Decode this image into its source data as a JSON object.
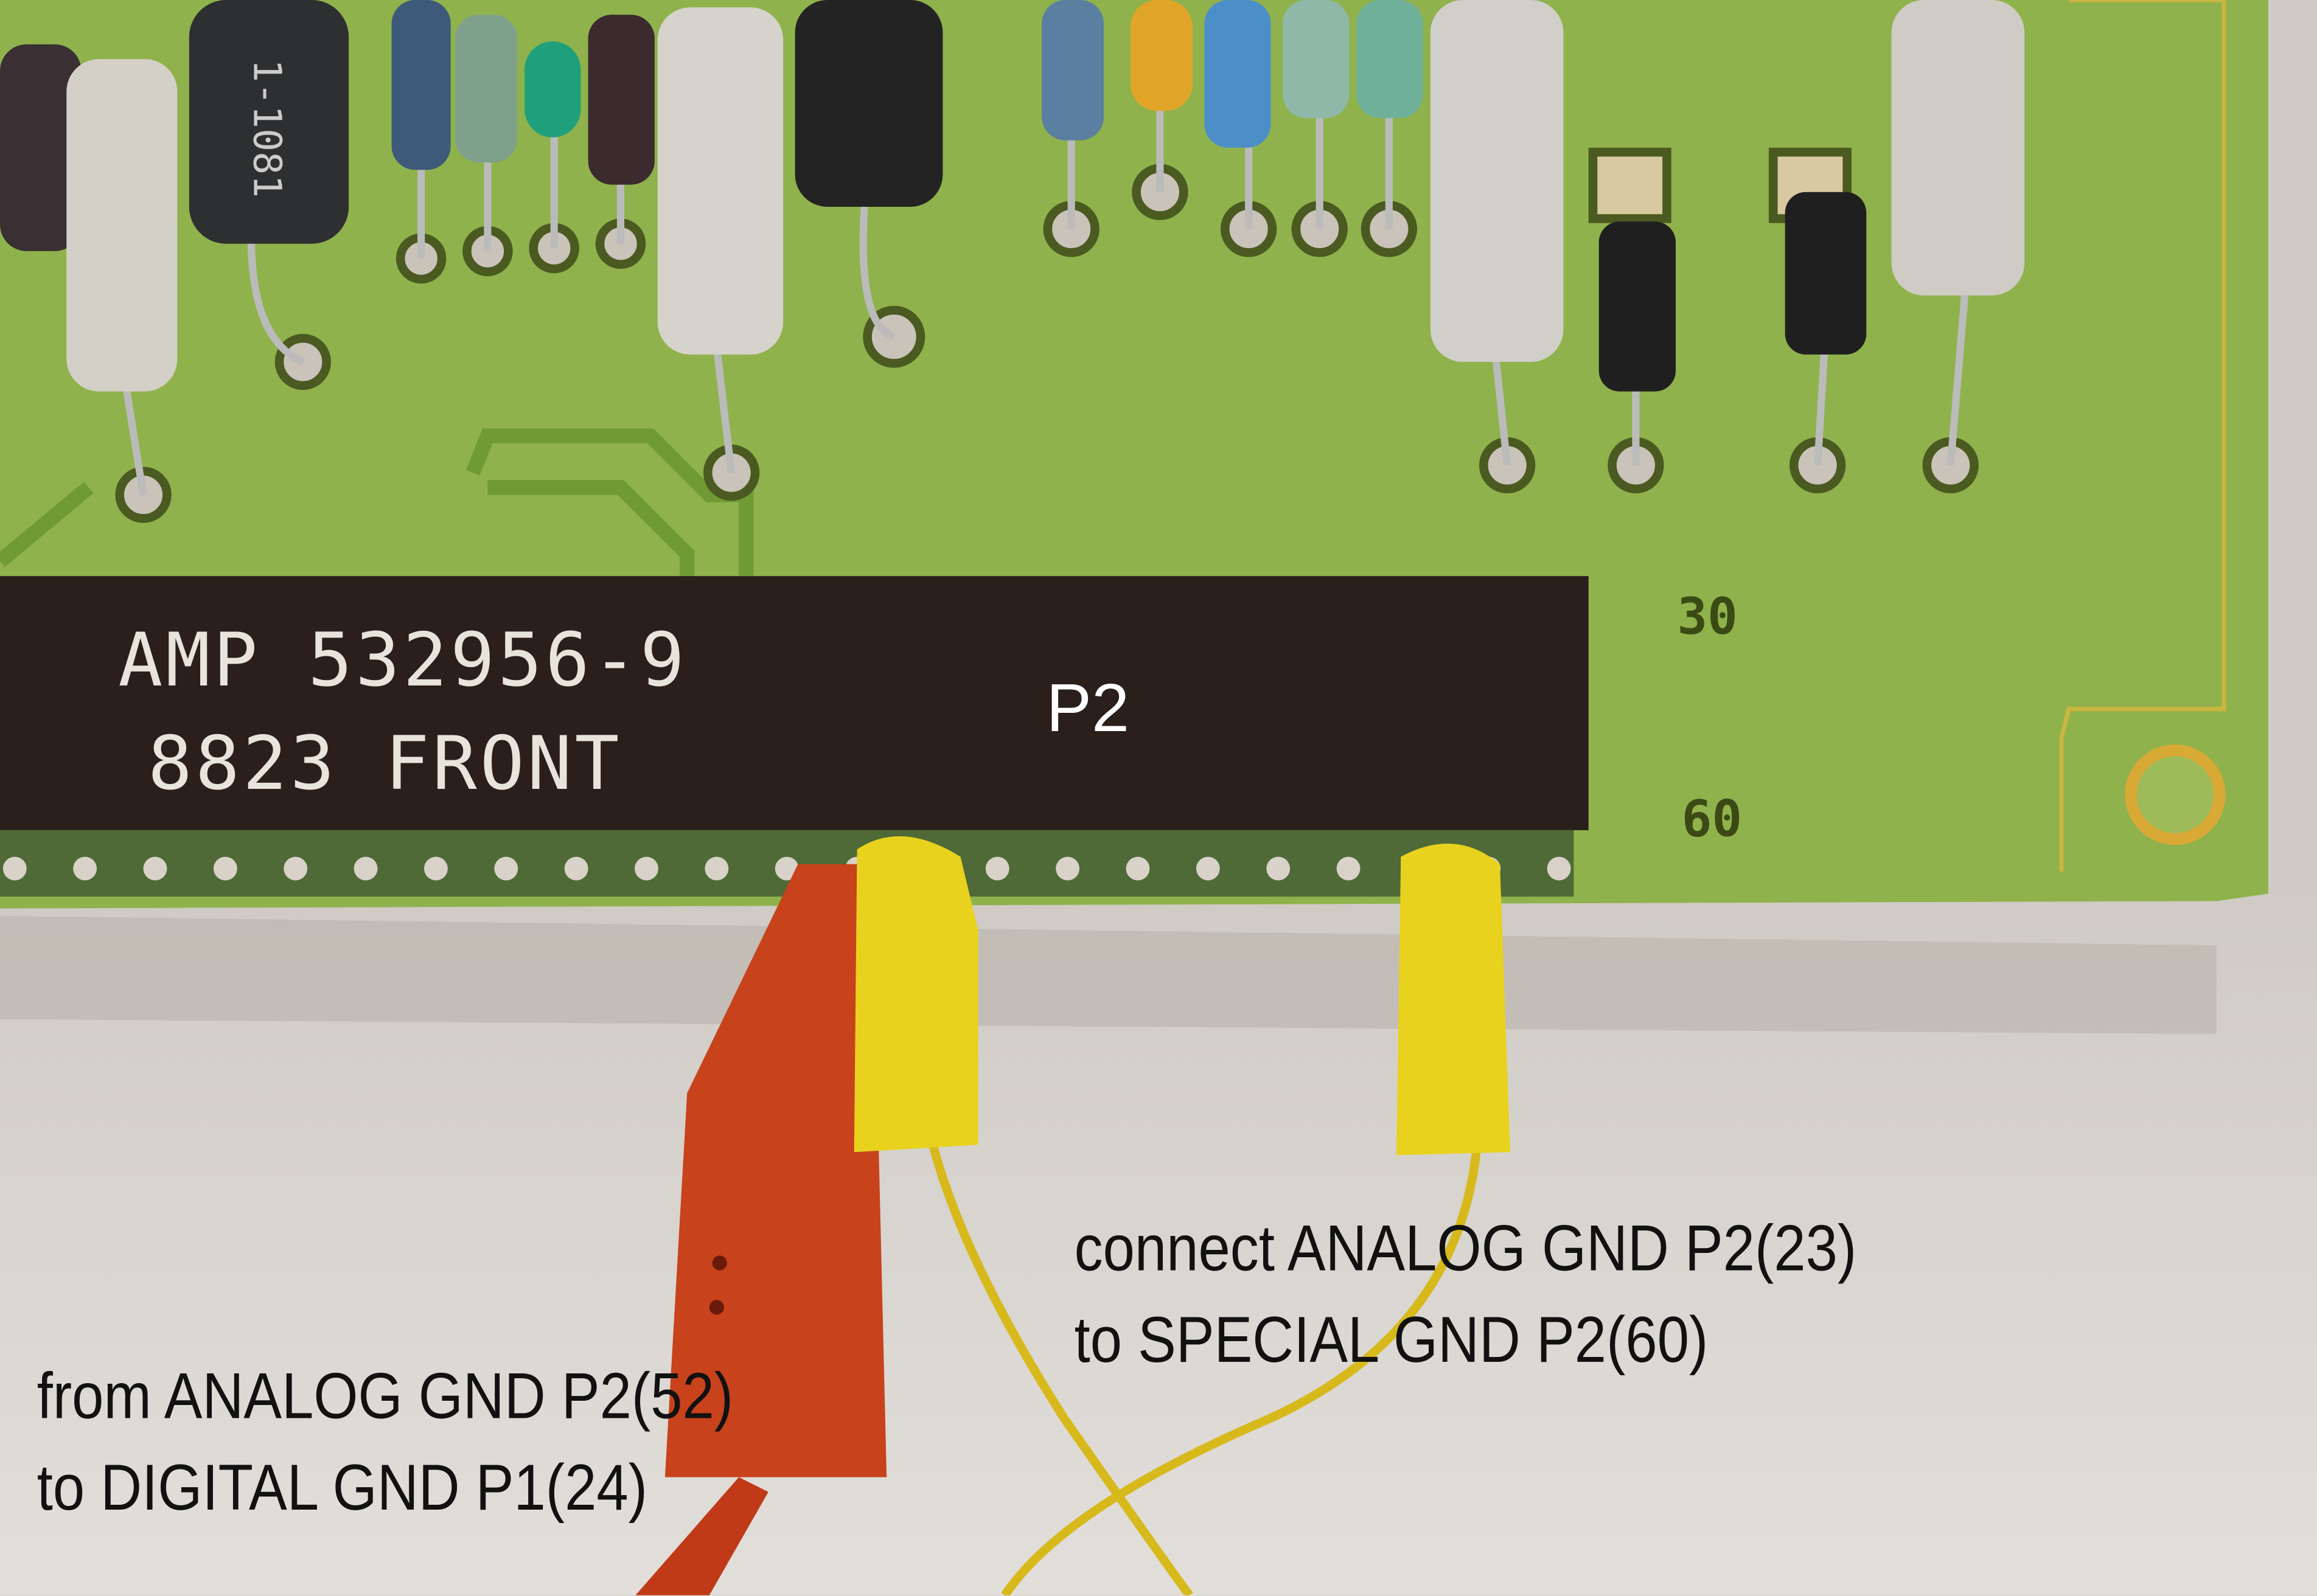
{
  "connector": {
    "part_number": "AMP 532956-9",
    "date_side": "8823 FRONT",
    "label": "P2"
  },
  "pcb_markings": {
    "pin_30": "30",
    "pin_60": "60",
    "component_code": "1-1081"
  },
  "annotations": {
    "right_line1": "connect ANALOG GND P2(23)",
    "right_line2": "to SPECIAL GND P2(60)",
    "left_line1": "from ANALOG GND P2(52)",
    "left_line2": "to DIGITAL GND P1(24)"
  },
  "colors": {
    "pcb": "#8fb24c",
    "connector": "#2a1f1b",
    "yellow_plug": "#e8d21e",
    "red_plug": "#c8401c"
  }
}
